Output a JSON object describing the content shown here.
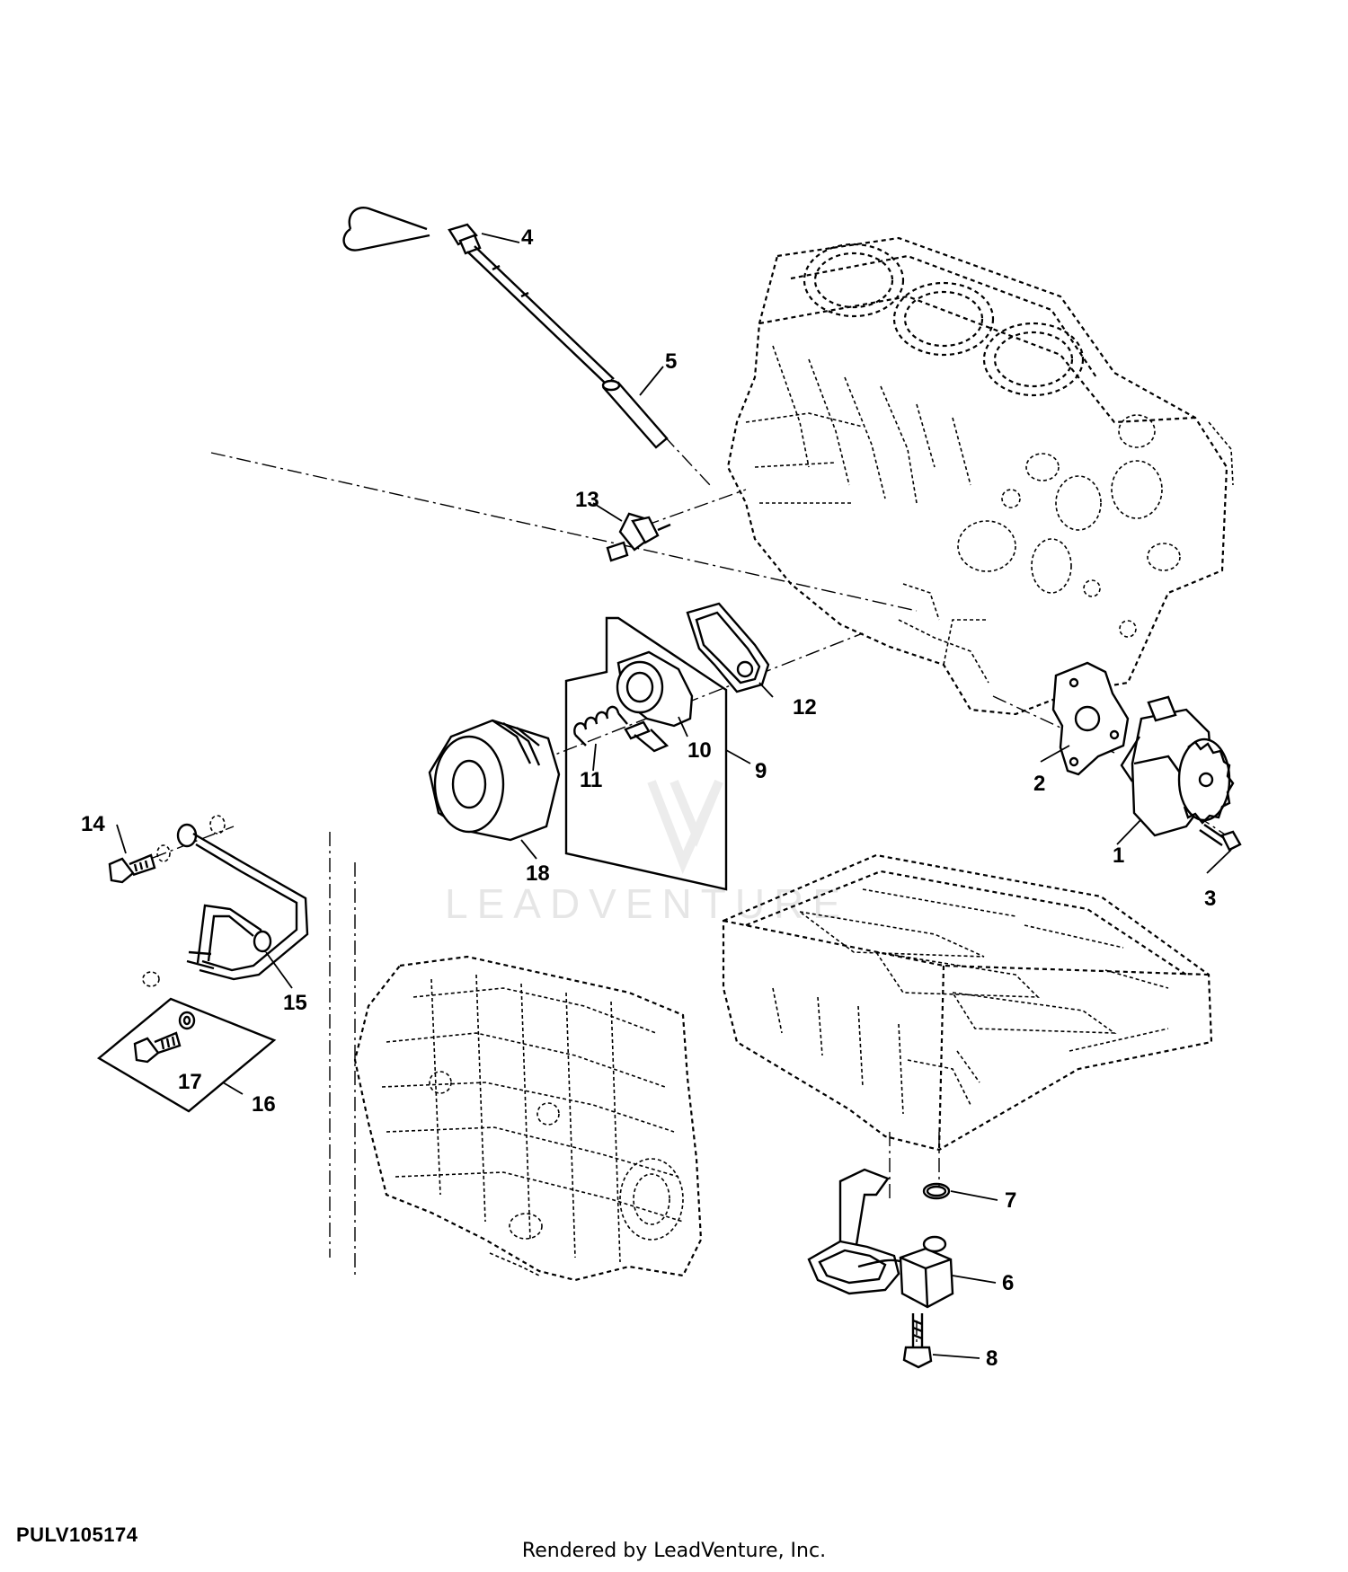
{
  "diagram": {
    "watermark": "LEADVENTURE",
    "figure_id": "PULV105174",
    "credit": "Rendered by LeadVenture, Inc.",
    "callouts": [
      "1",
      "2",
      "3",
      "4",
      "5",
      "6",
      "7",
      "8",
      "9",
      "10",
      "11",
      "12",
      "13",
      "14",
      "15",
      "16",
      "17",
      "18"
    ]
  },
  "colors": {
    "line": "#000000",
    "background": "#ffffff",
    "watermark": "#e6e6e6"
  }
}
